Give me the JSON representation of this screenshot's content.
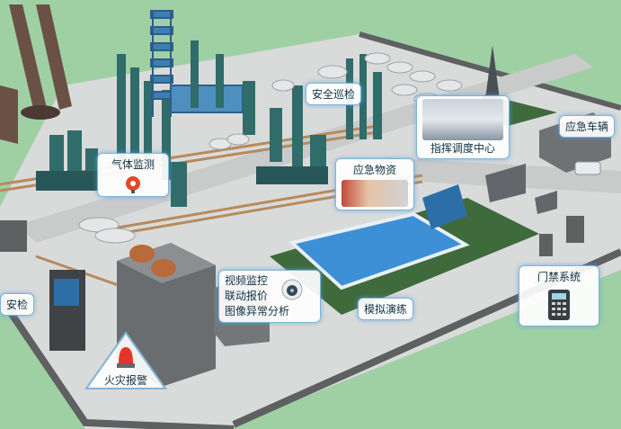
{
  "labels": {
    "gas_monitor": "气体监测",
    "safety_patrol": "安全巡检",
    "emergency_supplies": "应急物资",
    "command_center": "指挥调度中心",
    "emergency_vehicle": "应急车辆",
    "access_control": "门禁系统",
    "security_check": "安检",
    "fire_alarm": "火灾报警",
    "mock_drill": "模拟演练",
    "video_lines": [
      "视频监控",
      "联动报价",
      "图像异常分析"
    ]
  },
  "colors": {
    "ground": "#9fd0a4",
    "yard": "#d7d9d8",
    "wall": "#5e6062",
    "pool": "#3d8fd6",
    "field": "#3f6a3c",
    "tank": "#2f6c6a",
    "callout_border": "#7fb3d6"
  },
  "icons": [
    "gas-detector-icon",
    "cctv-camera-icon",
    "alarm-beacon-icon",
    "keypad-icon"
  ]
}
